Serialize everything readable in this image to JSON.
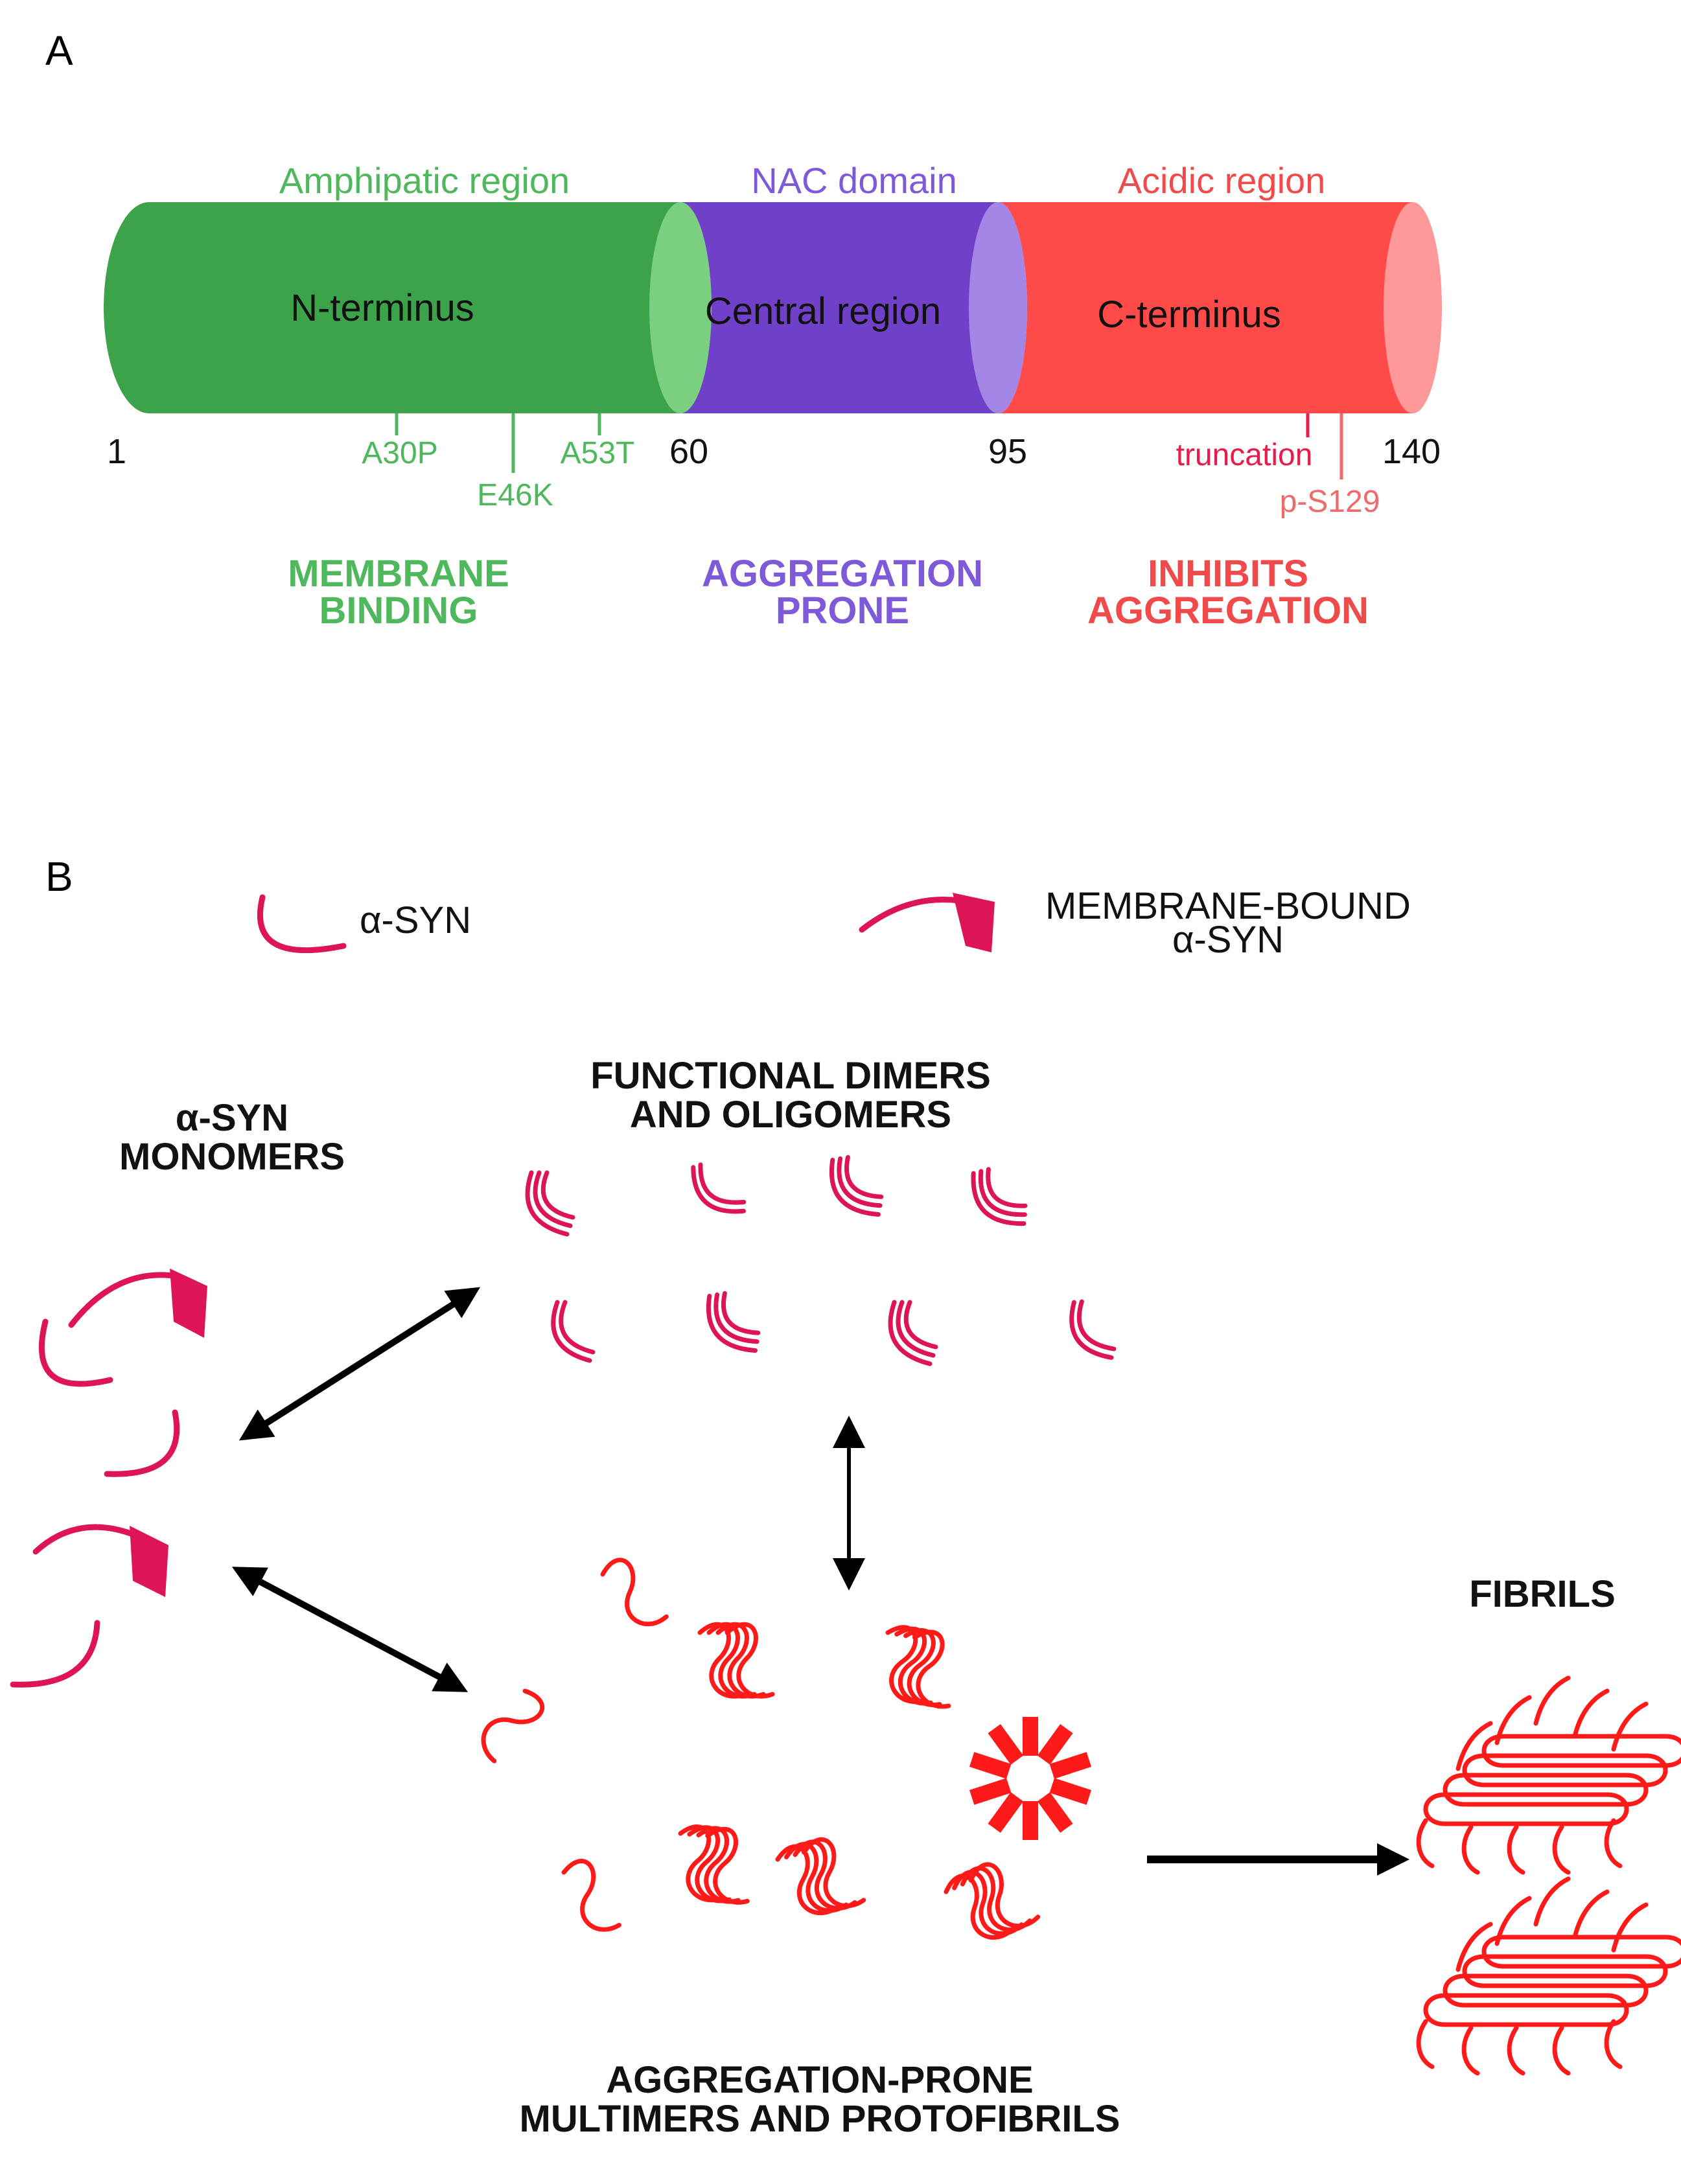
{
  "panel_a": {
    "label": "A",
    "regions": {
      "n": {
        "top_label": "Amphipatic region",
        "inner_label": "N-terminus",
        "function": [
          "MEMBRANE",
          "BINDING"
        ]
      },
      "nac": {
        "top_label": "NAC domain",
        "inner_label": "Central region",
        "function": [
          "AGGREGATION",
          "PRONE"
        ]
      },
      "c": {
        "top_label": "Acidic region",
        "inner_label": "C-terminus",
        "function": [
          "INHIBITS",
          "AGGREGATION"
        ]
      }
    },
    "residues": {
      "start": "1",
      "nac_start": "60",
      "nac_end": "95",
      "end": "140"
    },
    "mutations": {
      "a30p": "A30P",
      "e46k": "E46K",
      "a53t": "A53T"
    },
    "modifications": {
      "truncation": "truncation",
      "phospho": "p-S129"
    }
  },
  "panel_b": {
    "label": "B",
    "legend": {
      "asyn": "α-SYN",
      "membrane_bound": [
        "MEMBRANE-BOUND",
        "α-SYN"
      ]
    },
    "groups": {
      "monomers": [
        "α-SYN",
        "MONOMERS"
      ],
      "functional": [
        "FUNCTIONAL DIMERS",
        "AND OLIGOMERS"
      ],
      "fibrils": "FIBRILS",
      "aggregates": [
        "AGGREGATION-PRONE",
        "MULTIMERS AND PROTOFIBRILS"
      ]
    }
  },
  "colors": {
    "green": "#3ca34a",
    "green_text": "#4fb85c",
    "purple": "#7040c8",
    "purple_text": "#7e5ad8",
    "red": "#ff4a4a",
    "red_text": "#f04a4a",
    "magenta": "#dd1555",
    "bright_red": "#ff1a1a"
  }
}
